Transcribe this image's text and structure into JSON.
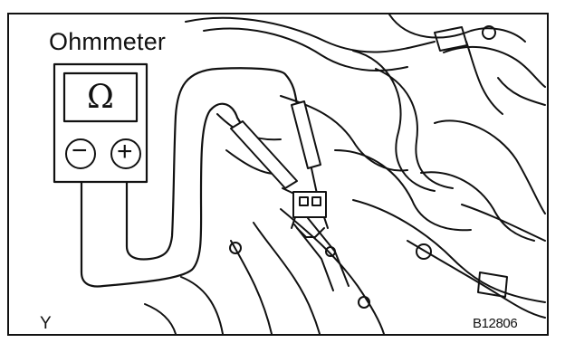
{
  "figure": {
    "title": "Ohmmeter",
    "corner_mark": "Y",
    "figure_code": "B12806"
  },
  "meter": {
    "display_symbol": "Ω",
    "negative_symbol": "−",
    "positive_symbol": "+"
  }
}
